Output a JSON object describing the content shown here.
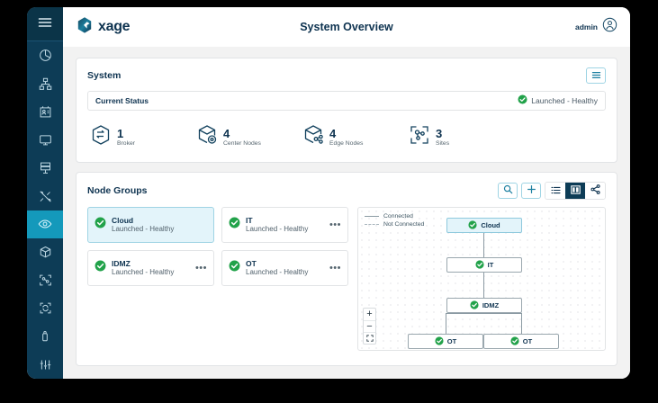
{
  "sidebar": {
    "menu_icon": "hamburger-menu-icon",
    "items": [
      {
        "icon": "pie-chart-icon",
        "name": "dashboard",
        "active": false
      },
      {
        "icon": "hierarchy-icon",
        "name": "topology",
        "active": false
      },
      {
        "icon": "id-badge-icon",
        "name": "identity",
        "active": false
      },
      {
        "icon": "monitor-icon",
        "name": "assets",
        "active": false
      },
      {
        "icon": "server-rack-icon",
        "name": "infrastructure",
        "active": false
      },
      {
        "icon": "tools-icon",
        "name": "maintenance",
        "active": false
      },
      {
        "icon": "eye-icon",
        "name": "overview",
        "active": true
      },
      {
        "icon": "cube-icon",
        "name": "modules",
        "active": false
      },
      {
        "icon": "scan-node-icon",
        "name": "discovery",
        "active": false
      },
      {
        "icon": "refresh-frame-icon",
        "name": "sync",
        "active": false
      },
      {
        "icon": "lock-icon",
        "name": "security",
        "active": false
      },
      {
        "icon": "sliders-icon",
        "name": "settings",
        "active": false
      }
    ]
  },
  "topbar": {
    "brand": "xage",
    "brand_icon": "xage-logo-icon",
    "title": "System Overview",
    "admin_label": "admin",
    "avatar_icon": "user-avatar-icon"
  },
  "system": {
    "title": "System",
    "menu_button_icon": "list-menu-icon",
    "current_status_label": "Current Status",
    "current_status_value": "Launched - Healthy",
    "status_icon": "check-circle-icon",
    "stats": [
      {
        "value": "1",
        "label": "Broker",
        "icon": "broker-cube-icon"
      },
      {
        "value": "4",
        "label": "Center Nodes",
        "icon": "center-node-cube-icon"
      },
      {
        "value": "4",
        "label": "Edge Nodes",
        "icon": "edge-node-cube-icon"
      },
      {
        "value": "3",
        "label": "Sites",
        "icon": "sites-frame-icon"
      }
    ]
  },
  "node_groups": {
    "title": "Node Groups",
    "tools": [
      {
        "name": "search-button",
        "icon": "search-icon",
        "style": "outline"
      },
      {
        "name": "add-button",
        "icon": "plus-icon",
        "style": "outline"
      },
      {
        "name": "list-view-button",
        "icon": "list-view-icon",
        "active": false
      },
      {
        "name": "split-view-button",
        "icon": "split-view-icon",
        "active": true
      },
      {
        "name": "share-button",
        "icon": "share-icon",
        "active": false
      }
    ],
    "cards": [
      {
        "name": "Cloud",
        "status": "Launched - Healthy",
        "selected": true,
        "menu": ""
      },
      {
        "name": "IT",
        "status": "Launched - Healthy",
        "selected": false,
        "menu": "•••"
      },
      {
        "name": "IDMZ",
        "status": "Launched - Healthy",
        "selected": false,
        "menu": "•••"
      },
      {
        "name": "OT",
        "status": "Launched - Healthy",
        "selected": false,
        "menu": "•••"
      }
    ],
    "diagram": {
      "legend": [
        {
          "label": "Connected",
          "style": "solid"
        },
        {
          "label": "Not Connected",
          "style": "dashed"
        }
      ],
      "zoom_controls": [
        {
          "name": "zoom-in-button",
          "glyph": "+"
        },
        {
          "name": "zoom-out-button",
          "glyph": "−"
        },
        {
          "name": "fit-screen-button",
          "glyph": "⛶"
        }
      ],
      "nodes": [
        {
          "label": "Cloud",
          "highlight": true
        },
        {
          "label": "IT",
          "highlight": false
        },
        {
          "label": "IDMZ",
          "highlight": false
        },
        {
          "label": "OT",
          "highlight": false
        },
        {
          "label": "OT",
          "highlight": false
        }
      ]
    }
  },
  "colors": {
    "sidebar_bg": "#0d3c56",
    "sidebar_active": "#1499bb",
    "brand_navy": "#0e3350",
    "status_green": "#22a24a",
    "accent_blue": "#9fd4e4",
    "selected_card_bg": "#e3f4fa"
  }
}
